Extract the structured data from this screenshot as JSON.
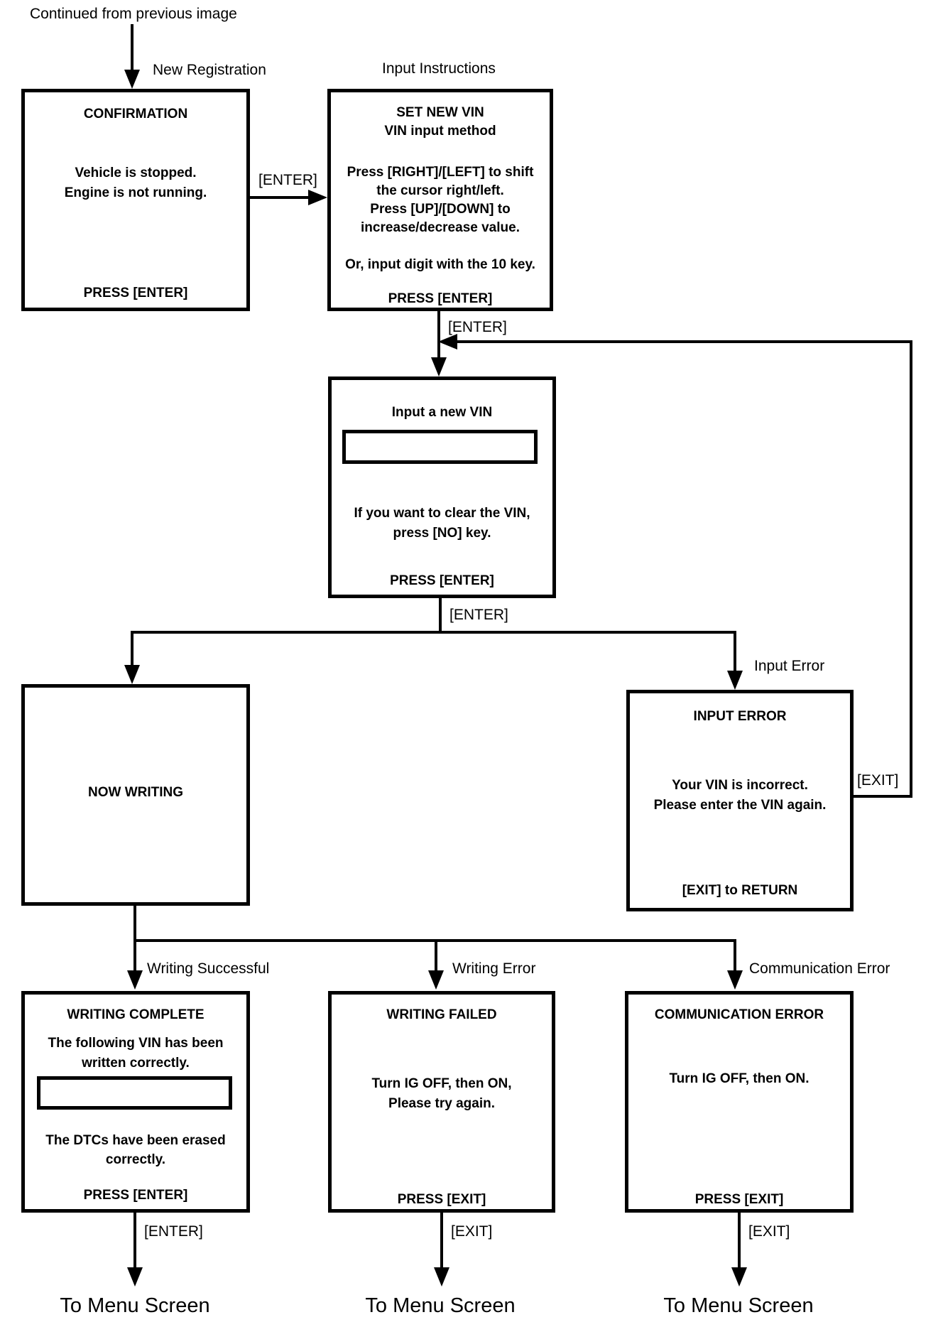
{
  "header": {
    "continued": "Continued from previous image"
  },
  "connector_labels": {
    "new_registration": "New Registration",
    "input_instructions": "Input Instructions",
    "enter_1": "[ENTER]",
    "enter_2": "[ENTER]",
    "enter_3": "[ENTER]",
    "input_error": "Input Error",
    "exit_loop": "[EXIT]",
    "writing_successful": "Writing Successful",
    "writing_error": "Writing Error",
    "communication_error": "Communication Error",
    "enter_exit_1": "[ENTER]",
    "exit_exit_2": "[EXIT]",
    "exit_exit_3": "[EXIT]",
    "to_menu_1": "To Menu Screen",
    "to_menu_2": "To Menu Screen",
    "to_menu_3": "To Menu Screen"
  },
  "boxes": {
    "confirmation": {
      "title": "CONFIRMATION",
      "body": [
        "Vehicle is stopped.",
        "Engine is not running."
      ],
      "footer": "PRESS [ENTER]"
    },
    "set_new_vin": {
      "title": "SET NEW VIN",
      "subtitle": "VIN input method",
      "body": [
        "Press [RIGHT]/[LEFT] to shift",
        "the cursor right/left.",
        "Press [UP]/[DOWN] to",
        "increase/decrease value.",
        "Or, input digit with the 10 key."
      ],
      "footer": "PRESS [ENTER]"
    },
    "input_new_vin": {
      "title": "Input a new VIN",
      "vin_value": "",
      "body": [
        "If you want to clear the VIN,",
        "press [NO] key."
      ],
      "footer": "PRESS [ENTER]"
    },
    "now_writing": {
      "title": "NOW WRITING"
    },
    "input_error": {
      "title": "INPUT ERROR",
      "body": [
        "Your VIN is incorrect.",
        "Please enter the VIN again."
      ],
      "footer": "[EXIT] to RETURN"
    },
    "writing_complete": {
      "title": "WRITING COMPLETE",
      "body": [
        "The following VIN has been",
        "written correctly."
      ],
      "vin_value": "",
      "body2": [
        "The DTCs have been erased",
        "correctly."
      ],
      "footer": "PRESS [ENTER]"
    },
    "writing_failed": {
      "title": "WRITING FAILED",
      "body": [
        "Turn IG OFF, then ON,",
        "Please try again."
      ],
      "footer": "PRESS [EXIT]"
    },
    "communication_error": {
      "title": "COMMUNICATION ERROR",
      "body": [
        "Turn IG OFF, then ON."
      ],
      "footer": "PRESS [EXIT]"
    }
  },
  "colors": {
    "ink": "#000000",
    "background": "#ffffff"
  }
}
